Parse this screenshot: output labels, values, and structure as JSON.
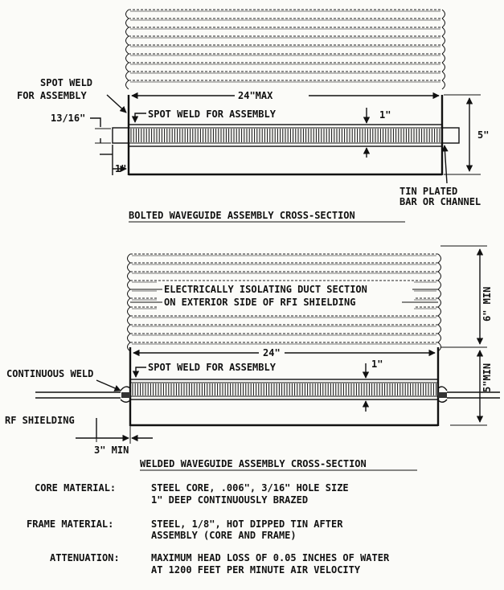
{
  "bolted": {
    "title": "BOLTED WAVEGUIDE ASSEMBLY CROSS-SECTION",
    "spot_weld_left": [
      "SPOT WELD",
      "FOR ASSEMBLY"
    ],
    "spot_weld_assembly": "SPOT WELD FOR ASSEMBLY",
    "dim_width": "24\"MAX",
    "dim_flange": "13/16\"",
    "dim_core": "1\"",
    "dim_offset": "1\"",
    "dim_height": "5\"",
    "tin_plated": [
      "TIN PLATED",
      "BAR OR CHANNEL"
    ]
  },
  "welded": {
    "title": "WELDED WAVEGUIDE ASSEMBLY CROSS-SECTION",
    "duct_note": [
      "ELECTRICALLY ISOLATING DUCT SECTION",
      "ON EXTERIOR SIDE OF RFI SHIELDING"
    ],
    "continuous_weld": "CONTINUOUS WELD",
    "spot_weld_assembly": "SPOT WELD FOR ASSEMBLY",
    "rf_shielding": "RF SHIELDING",
    "dim_width": "24\"",
    "dim_core": "1\"",
    "dim_min_edge": "3\" MIN",
    "dim_duct": "6\" MIN",
    "dim_height": "5\"MIN"
  },
  "specs": [
    {
      "label": "CORE MATERIAL:",
      "lines": [
        "STEEL CORE, .006\", 3/16\" HOLE SIZE",
        "1\" DEEP CONTINUOUSLY BRAZED"
      ]
    },
    {
      "label": "FRAME MATERIAL:",
      "lines": [
        "STEEL, 1/8\", HOT DIPPED TIN AFTER",
        "ASSEMBLY (CORE AND FRAME)"
      ]
    },
    {
      "label": "ATTENUATION:",
      "lines": [
        "MAXIMUM HEAD LOSS OF 0.05 INCHES OF WATER",
        "AT 1200 FEET PER MINUTE AIR VELOCITY"
      ]
    }
  ]
}
